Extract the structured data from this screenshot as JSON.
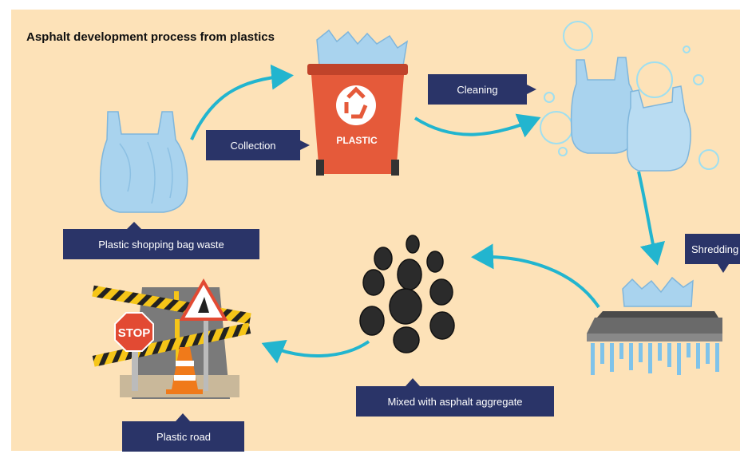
{
  "title": "Asphalt development process from plastics",
  "steps": {
    "bag_waste": "Plastic shopping bag waste",
    "collection": "Collection",
    "cleaning": "Cleaning",
    "shredding": "Shredding",
    "mixed": "Mixed with asphalt aggregate",
    "road": "Plastic road"
  },
  "bin_label": "PLASTIC",
  "stop_sign": "STOP",
  "colors": {
    "background": "#fde2b8",
    "label_box": "#2a3468",
    "arrow": "#22b5cf",
    "bin": "#e55a3a",
    "bag": "#a9d3ee"
  }
}
